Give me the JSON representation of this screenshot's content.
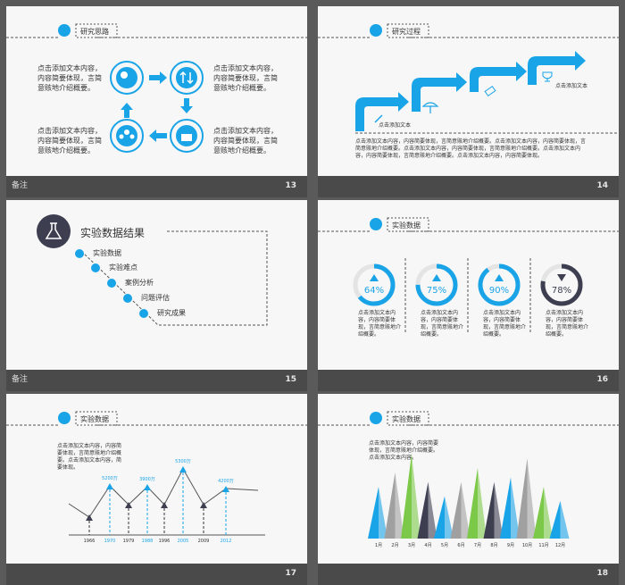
{
  "bar_note": "备注",
  "slides": [
    {
      "number": "13",
      "title": "研究思路",
      "texts": [
        "点击添加文本内容，内容简要体现，言简意赅地介绍概要。",
        "点击添加文本内容，内容简要体现，言简意赅地介绍概要。",
        "点击添加文本内容，内容简要体现，言简意赅地介绍概要。",
        "点击添加文本内容，内容简要体现，言简意赅地介绍概要。"
      ]
    },
    {
      "number": "14",
      "title": "研究过程",
      "step_labels": [
        "点击添加文本",
        "点击添加文本"
      ],
      "body": "点击添加文本内容，内容简要体现，言简意赅地介绍概要。点击添加文本内容，内容简要体现，言简意赅地介绍概要。点击添加文本内容，内容简要体现，言简意赅地介绍概要。点击添加文本内容，内容简要体现，言简意赅地介绍概要。点击添加文本内容，内容简要体现。"
    },
    {
      "number": "15",
      "title": "实验数据结果",
      "items": [
        "实验数据",
        "实验难点",
        "案例分析",
        "问题评估",
        "研究成果"
      ]
    },
    {
      "number": "16",
      "title": "实验数据",
      "gauges": [
        {
          "value": "64%",
          "pct": 64,
          "dir": "up",
          "color": "#1aa4e8"
        },
        {
          "value": "75%",
          "pct": 75,
          "dir": "up",
          "color": "#1aa4e8"
        },
        {
          "value": "90%",
          "pct": 90,
          "dir": "up",
          "color": "#1aa4e8"
        },
        {
          "value": "78%",
          "pct": 78,
          "dir": "down",
          "color": "#3d3f51"
        }
      ],
      "gauge_text": "点击添加文本内容，内容简要体现，言简意赅地介绍概要。"
    },
    {
      "number": "17",
      "title": "实验数据",
      "desc": "点击添加文本内容，内容简要体现，言简意赅地介绍概要。点击添加文本内容，简要体现。",
      "chart_data": {
        "type": "line",
        "x": [
          "1966",
          "1970",
          "1979",
          "1988",
          "1996",
          "2005",
          "2009",
          "2012"
        ],
        "highlight_labels": [
          "5200万",
          "3900万",
          "5300万",
          "4200万"
        ]
      }
    },
    {
      "number": "18",
      "title": "实验数据",
      "desc": "点击添加文本内容，内容简要体现，言简意赅地介绍概要。点击添加文本内容。",
      "chart_data": {
        "type": "bar",
        "categories": [
          "1月",
          "2月",
          "3月",
          "4月",
          "5月",
          "6月",
          "7月",
          "8月",
          "9月",
          "10月",
          "11月",
          "12月"
        ],
        "values": [
          55,
          70,
          90,
          60,
          45,
          60,
          75,
          60,
          65,
          85,
          55,
          40
        ],
        "colors": [
          "#1aa4e8",
          "#a0a0a0",
          "#7cc94a",
          "#3d3f51",
          "#1aa4e8",
          "#a0a0a0",
          "#7cc94a",
          "#3d3f51",
          "#1aa4e8",
          "#a0a0a0",
          "#7cc94a",
          "#1aa4e8"
        ]
      }
    }
  ]
}
